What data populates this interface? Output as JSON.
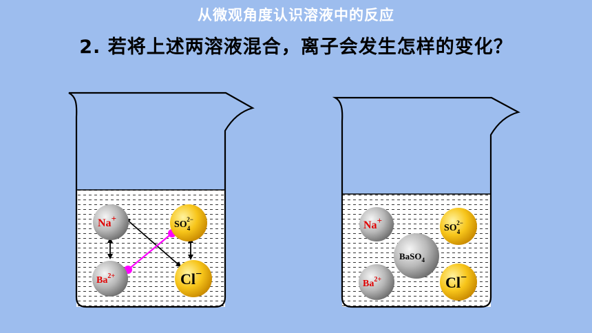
{
  "header": {
    "subtitle": "从微观角度认识溶液中的反应",
    "question": "2. 若将上述两溶液混合，离子会发生怎样的变化？"
  },
  "colors": {
    "background": "#9dbdee",
    "subtitle_text": "#ffffff",
    "cation_text": "#e00000",
    "anion_text": "#000000",
    "connector": "#ff00ff"
  },
  "left_beaker": {
    "na": {
      "symbol": "Na",
      "charge": "+"
    },
    "ba": {
      "symbol": "Ba",
      "charge": "2+"
    },
    "so4": {
      "symbol": "SO",
      "sub": "4",
      "charge": "2−"
    },
    "cl": {
      "symbol": "Cl",
      "charge": "−"
    }
  },
  "right_beaker": {
    "na": {
      "symbol": "Na",
      "charge": "+"
    },
    "ba": {
      "symbol": "Ba",
      "charge": "2+"
    },
    "so4": {
      "symbol": "SO",
      "sub": "4",
      "charge": "2−"
    },
    "cl": {
      "symbol": "Cl",
      "charge": "−"
    },
    "baso4": {
      "symbol": "BaSO",
      "sub": "4"
    }
  }
}
